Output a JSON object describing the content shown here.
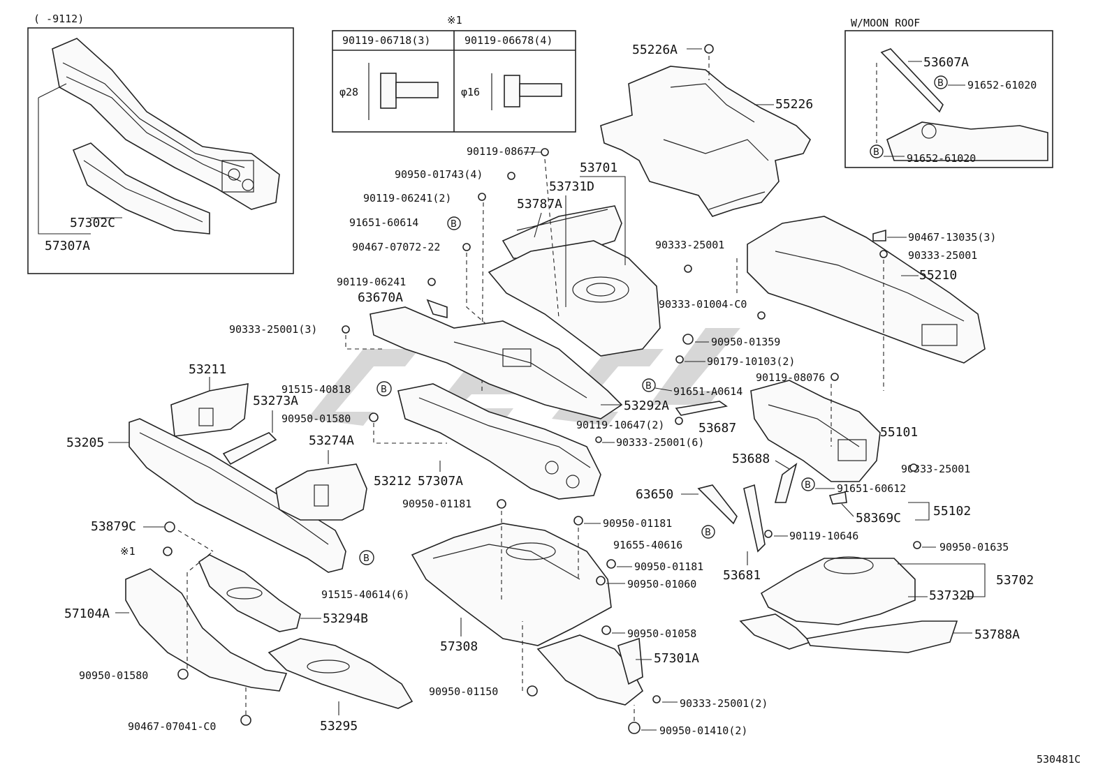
{
  "diagram": {
    "catalog_number": "530481C",
    "inset_date_range": "(     -9112)",
    "moon_roof_title": "W/MOON  ROOF",
    "bolt_table": {
      "marker": "※1",
      "col1_part": "90119-06718(3)",
      "col2_part": "90119-06678(4)",
      "col1_dim": "φ28",
      "col2_dim": "φ16"
    },
    "badge_letter": "B",
    "labels": {
      "p57302C": "57302C",
      "p57307A_inset": "57307A",
      "p53607A": "53607A",
      "p91652_61020_a": "91652-61020",
      "p91652_61020_b": "91652-61020",
      "p55226A": "55226A",
      "p55226": "55226",
      "p90119_08677": "90119-08677",
      "p53701": "53701",
      "p90950_01743": "90950-01743(4)",
      "p53731D": "53731D",
      "p90119_06241_2": "90119-06241(2)",
      "p53787A": "53787A",
      "p91651_60614": "91651-60614",
      "p90467_07072": "90467-07072-22",
      "p90119_06241": "90119-06241",
      "p63670A": "63670A",
      "p90333_25001_3": "90333-25001(3)",
      "p90333_25001_a": "90333-25001",
      "p90467_13035": "90467-13035(3)",
      "p90333_25001_b": "90333-25001",
      "p55210": "55210",
      "p90333_01004": "90333-01004-C0",
      "p90950_01359": "90950-01359",
      "p90179_10103": "90179-10103(2)",
      "p90119_08076": "90119-08076",
      "p91651_A0614": "91651-A0614",
      "p53292A": "53292A",
      "p55101": "55101",
      "p53211": "53211",
      "p91515_40818": "91515-40818",
      "p53273A": "53273A",
      "p90950_01580_a": "90950-01580",
      "p90119_10647": "90119-10647(2)",
      "p53687": "53687",
      "p53205": "53205",
      "p53274A": "53274A",
      "p90333_25001_6": "90333-25001(6)",
      "p53688": "53688",
      "p90333_25001_c": "90333-25001",
      "p53212": "53212",
      "p57307A_main": "57307A",
      "p63650": "63650",
      "p91651_60612": "91651-60612",
      "p90950_01181_a": "90950-01181",
      "p58369C": "58369C",
      "p55102": "55102",
      "p90950_01181_b": "90950-01181",
      "p53879C": "53879C",
      "p91655_40616": "91655-40616",
      "p90119_10646": "90119-10646",
      "p90950_01635": "90950-01635",
      "p_mark1": "※1",
      "p91515_40614": "91515-40614(6)",
      "p90950_01181_c": "90950-01181",
      "p53681": "53681",
      "p53702": "53702",
      "p90950_01060": "90950-01060",
      "p53732D": "53732D",
      "p57104A": "57104A",
      "p53294B": "53294B",
      "p90950_01058": "90950-01058",
      "p53788A": "53788A",
      "p57308": "57308",
      "p57301A": "57301A",
      "p90950_01580_b": "90950-01580",
      "p90950_01150": "90950-01150",
      "p90333_25001_2": "90333-25001(2)",
      "p90467_07041": "90467-07041-C0",
      "p53295": "53295",
      "p90950_01410": "90950-01410(2)"
    }
  }
}
